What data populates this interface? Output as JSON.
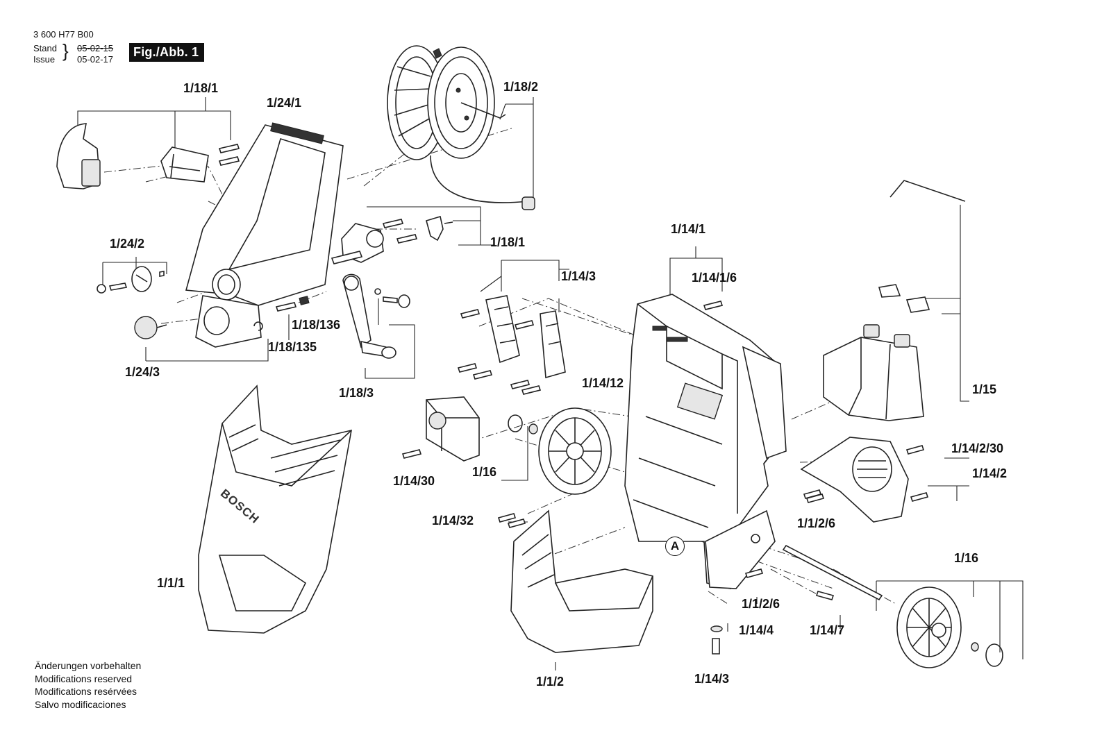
{
  "header": {
    "part_number": "3 600 H77 B00",
    "stand_label": "Stand",
    "issue_label": "Issue",
    "date_old": "05-02-15",
    "date_new": "05-02-17",
    "figure_tag": "Fig./Abb. 1"
  },
  "callout_letter": "A",
  "labels": {
    "l_1_18_1_top": "1/18/1",
    "l_1_24_1": "1/24/1",
    "l_1_18_2": "1/18/2",
    "l_1_18_1_mid": "1/18/1",
    "l_1_24_2": "1/24/2",
    "l_1_18_136": "1/18/136",
    "l_1_18_135": "1/18/135",
    "l_1_24_3": "1/24/3",
    "l_1_18_3": "1/18/3",
    "l_1_14_1": "1/14/1",
    "l_1_14_1_6": "1/14/1/6",
    "l_1_14_3_top": "1/14/3",
    "l_1_14_12": "1/14/12",
    "l_1_15": "1/15",
    "l_1_14_2_30": "1/14/2/30",
    "l_1_14_2": "1/14/2",
    "l_1_14_30": "1/14/30",
    "l_1_16_left": "1/16",
    "l_1_14_32": "1/14/32",
    "l_1_1_2_6_a": "1/1/2/6",
    "l_1_1_2_6_b": "1/1/2/6",
    "l_1_16_right": "1/16",
    "l_1_14_7": "1/14/7",
    "l_1_14_4": "1/14/4",
    "l_1_1_1": "1/1/1",
    "l_1_1_2": "1/1/2",
    "l_1_14_3_bottom": "1/14/3"
  },
  "housing_brand": "BOSCH",
  "disclaimer": {
    "de": "Änderungen vorbehalten",
    "en": "Modifications reserved",
    "fr": "Modifications resérvées",
    "es": "Salvo modificaciones"
  }
}
